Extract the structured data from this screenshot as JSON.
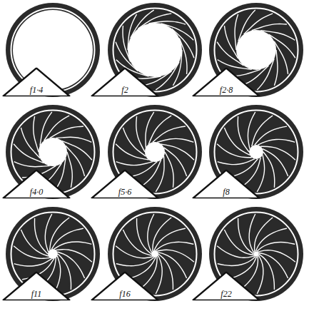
{
  "diagram": {
    "nodes": [
      {
        "text": [
          "f1·4"
        ]
      },
      {
        "text": [
          "f2"
        ]
      },
      {
        "text": [
          "f2·8"
        ]
      },
      {
        "text": [
          "f4·0"
        ]
      },
      {
        "text": [
          "f5·6"
        ]
      },
      {
        "text": [
          "f8"
        ]
      },
      {
        "text": [
          "f11"
        ]
      },
      {
        "text": [
          "f16"
        ]
      },
      {
        "text": [
          "f22"
        ]
      }
    ]
  }
}
